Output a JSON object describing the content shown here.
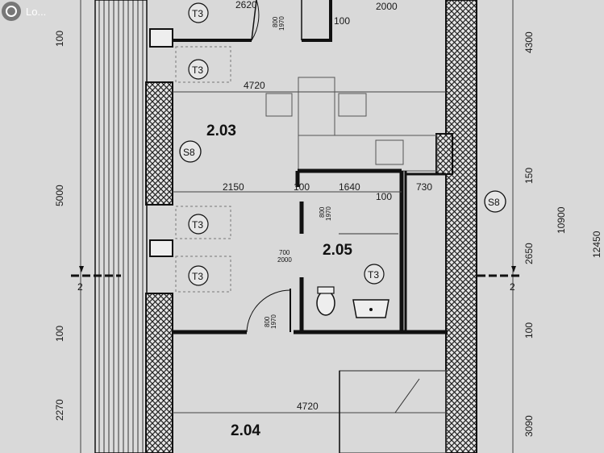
{
  "logo": {
    "text": "Lo..."
  },
  "rooms": {
    "r203": "2.03",
    "r204": "2.04",
    "r205": "2.05"
  },
  "dims_top": {
    "d2620": "2620",
    "d100_top": "100",
    "d2000": "2000"
  },
  "dims_mid": {
    "d4720_a": "4720",
    "d2150": "2150",
    "d100_mid": "100",
    "d1640": "1640",
    "d100_b": "100",
    "d730": "730"
  },
  "dims_bottom": {
    "d4720_b": "4720"
  },
  "dims_left": {
    "d100_l1": "100",
    "d5000": "5000",
    "d100_l2": "100",
    "d2270": "2270"
  },
  "dims_right": {
    "d4300": "4300",
    "d150": "150",
    "d2650": "2650",
    "d100_r": "100",
    "d3090": "3090",
    "d10900": "10900",
    "d12450": "12450"
  },
  "doors": {
    "top": {
      "w": "800",
      "h": "1970"
    },
    "bath": {
      "w": "800",
      "h": "1970"
    },
    "bath_side": {
      "w": "800",
      "h": "1970"
    },
    "window": {
      "w": "700",
      "h": "2000"
    }
  },
  "tags": {
    "t3": "T3",
    "s8": "S8"
  },
  "section": {
    "left": "2",
    "right": "2"
  }
}
